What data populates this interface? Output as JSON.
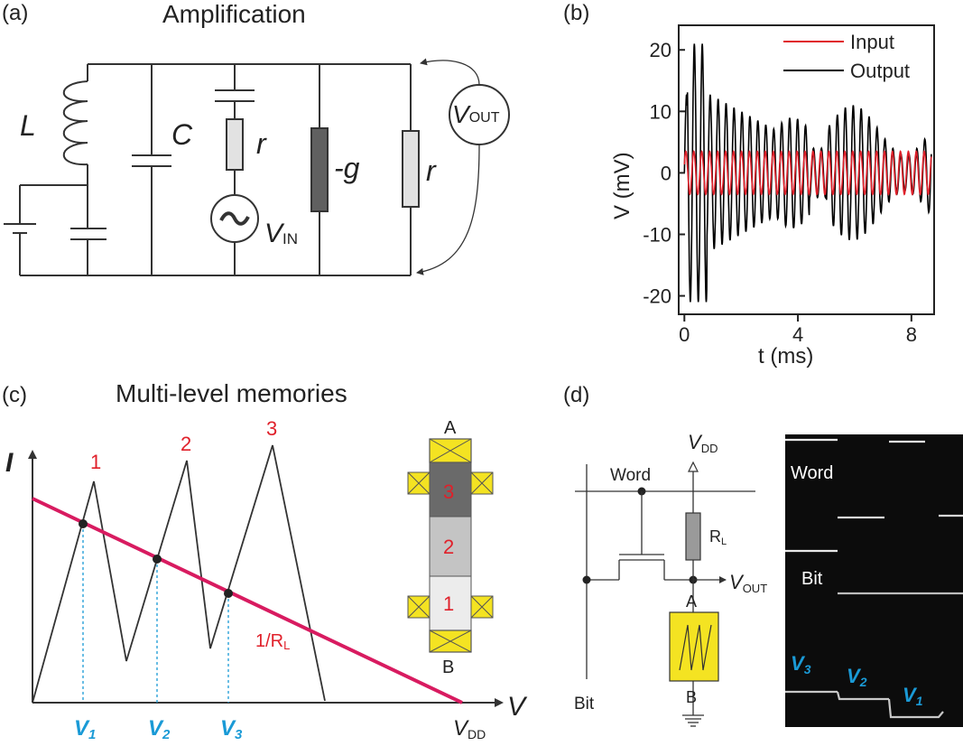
{
  "panel_a": {
    "label": "(a)",
    "title": "Amplification",
    "L": "L",
    "C": "C",
    "r_series": "r",
    "neg_g": "-g",
    "r_load": "r",
    "vin_main": "V",
    "vin_sub": "IN",
    "vout_main": "V",
    "vout_sub": "OUT"
  },
  "panel_b": {
    "label": "(b)",
    "chart_data": {
      "type": "line",
      "xlabel": "t (ms)",
      "ylabel": "V (mV)",
      "xlim": [
        -0.2,
        8.8
      ],
      "ylim": [
        -23,
        24
      ],
      "xticks": [
        "0",
        "4",
        "8"
      ],
      "yticks": [
        "20",
        "10",
        "0",
        "-10",
        "-20"
      ],
      "legend_position": "top-right",
      "series": [
        {
          "name": "Input",
          "color": "#e0202a",
          "amplitude_mV": 3.5,
          "period_ms": 0.28
        },
        {
          "name": "Output",
          "color": "#000000",
          "amplitude_range_mV": [
            5,
            22
          ],
          "period_ms": 0.28
        }
      ]
    }
  },
  "panel_c": {
    "label": "(c)",
    "title": "Multi-level memories",
    "y_axis": "I",
    "x_axis": "V",
    "peaks": [
      "1",
      "2",
      "3"
    ],
    "load_line": "1/R",
    "load_line_sub": "L",
    "v1": "V",
    "v1_sub": "1",
    "v2": "V",
    "v2_sub": "2",
    "v3": "V",
    "v3_sub": "3",
    "vdd": "V",
    "vdd_sub": "DD",
    "device_top": "A",
    "device_bottom": "B",
    "layers": [
      "3",
      "2",
      "1"
    ]
  },
  "panel_d": {
    "label": "(d)",
    "vdd": "V",
    "vdd_sub": "DD",
    "word": "Word",
    "rl": "R",
    "rl_sub": "L",
    "vout": "V",
    "vout_sub": "OUT",
    "node_a": "A",
    "node_b": "B",
    "bit": "Bit",
    "scope_word": "Word",
    "scope_bit": "Bit",
    "scope_v3": "V",
    "scope_v3_sub": "3",
    "scope_v2": "V",
    "scope_v2_sub": "2",
    "scope_v1": "V",
    "scope_v1_sub": "1"
  }
}
